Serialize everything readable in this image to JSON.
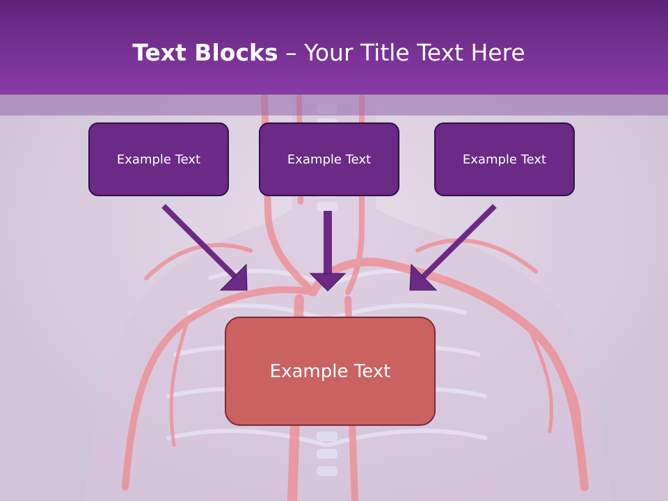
{
  "slide": {
    "title_bold": "Text Blocks",
    "title_separator": " – ",
    "title_rest": "Your Title Text Here"
  },
  "blocks": [
    {
      "label": "Example Text"
    },
    {
      "label": "Example Text"
    },
    {
      "label": "Example Text"
    }
  ],
  "main_block": {
    "label": "Example Text"
  },
  "colors": {
    "header": "#7a3396",
    "block": "#6a2a86",
    "main_block": "#cb6262",
    "arrow": "#6a2a86"
  }
}
